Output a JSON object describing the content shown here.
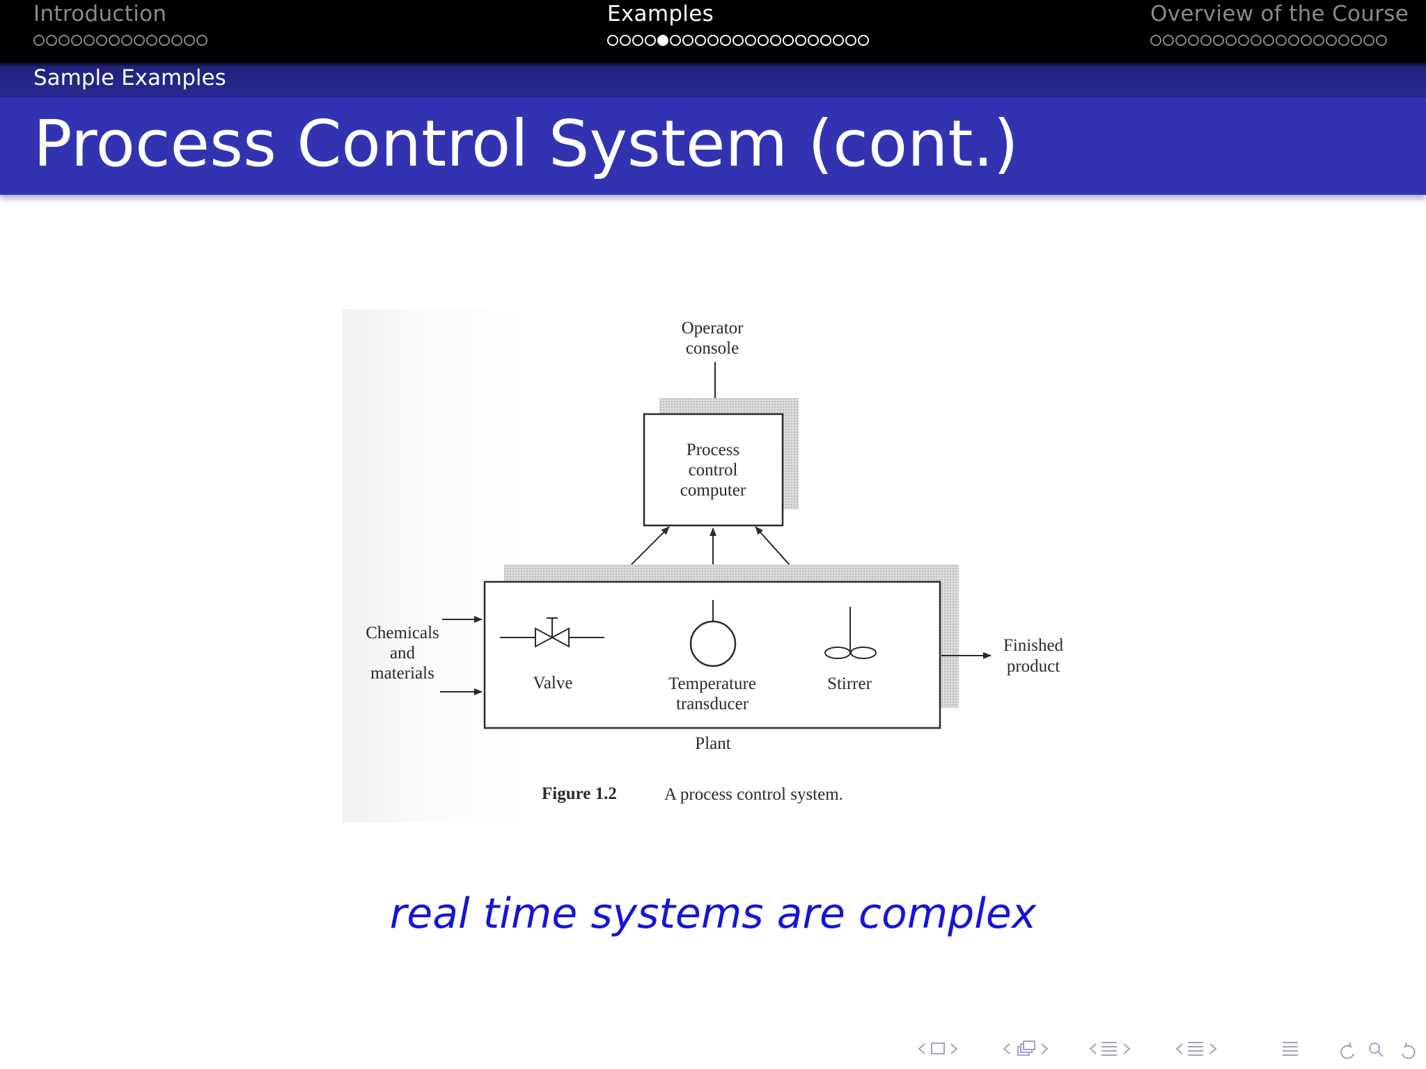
{
  "nav": {
    "sections": [
      {
        "title": "Introduction",
        "dot_count": 14,
        "current": false
      },
      {
        "title": "Examples",
        "dot_count": 21,
        "current": true,
        "filled_dot_index": 4
      },
      {
        "title": "Overview of the Course",
        "dot_count": 19,
        "current": false
      }
    ]
  },
  "subsection": "Sample Examples",
  "slide_title": "Process Control System (cont.)",
  "figure": {
    "operator_line1": "Operator",
    "operator_line2": "console",
    "computer_line1": "Process",
    "computer_line2": "control",
    "computer_line3": "computer",
    "input_line1": "Chemicals",
    "input_line2": "and",
    "input_line3": "materials",
    "valve": "Valve",
    "temp_line1": "Temperature",
    "temp_line2": "transducer",
    "stirrer": "Stirrer",
    "output_line1": "Finished",
    "output_line2": "product",
    "plant": "Plant",
    "caption_number": "Figure 1.2",
    "caption_text": "A process control system."
  },
  "emphasis": "real time systems are complex",
  "colors": {
    "header_bg": "#000000",
    "subsection_bg": "#292990",
    "title_bg": "#3333b2",
    "emphasis_text": "#1515d8"
  },
  "nav_symbols": [
    "slide-nav-icon",
    "frame-nav-icon",
    "subsection-nav-icon",
    "section-nav-icon",
    "document-icon",
    "search-icon"
  ]
}
